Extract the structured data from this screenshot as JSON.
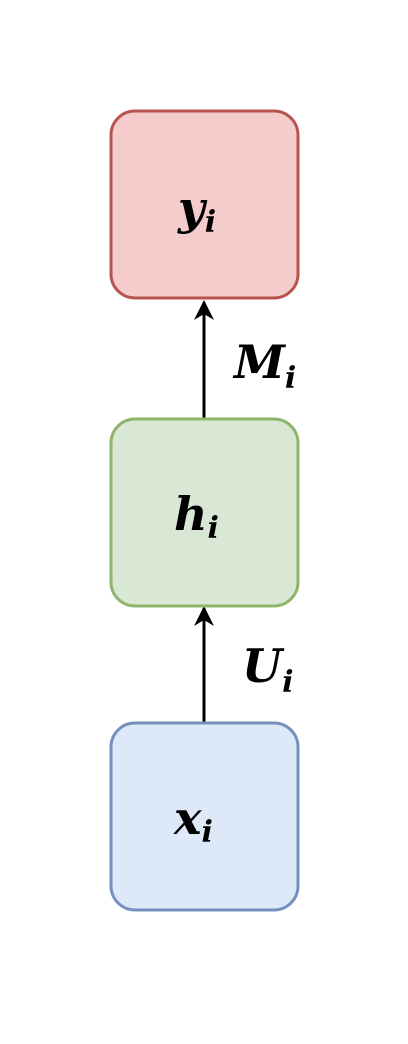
{
  "nodes": [
    {
      "id": "y",
      "main": "y",
      "sub": "i",
      "fill": "#f4cccc",
      "stroke": "#b85450"
    },
    {
      "id": "h",
      "main": "h",
      "sub": "i",
      "fill": "#d9e7d5",
      "stroke": "#8fb56b"
    },
    {
      "id": "x",
      "main": "x",
      "sub": "i",
      "fill": "#dde8f8",
      "stroke": "#7590bd"
    }
  ],
  "edges": [
    {
      "from": "h",
      "to": "y",
      "main": "M",
      "sub": "i"
    },
    {
      "from": "x",
      "to": "h",
      "main": "U",
      "sub": "i"
    }
  ]
}
